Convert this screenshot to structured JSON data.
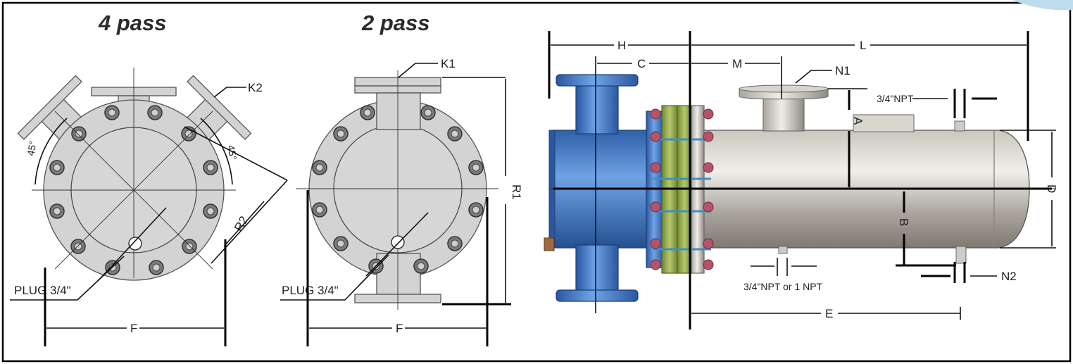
{
  "views": {
    "four_pass": {
      "title": "4 pass",
      "labels": {
        "k2": "K2",
        "angle_left": "45°",
        "angle_right": "45°",
        "r2": "R2",
        "plug": "PLUG 3/4\"",
        "f": "F"
      }
    },
    "two_pass": {
      "title": "2 pass",
      "labels": {
        "k1": "K1",
        "r1": "R1",
        "plug": "PLUG 3/4\"",
        "f": "F"
      }
    },
    "side": {
      "labels": {
        "h": "H",
        "c": "C",
        "l": "L",
        "m": "M",
        "n1": "N1",
        "npt_top": "3/4\"NPT",
        "a": "A",
        "d": "D",
        "b": "B",
        "npt_bottom": "3/4\"NPT or 1 NPT",
        "n2": "N2",
        "e": "E"
      }
    }
  },
  "colors": {
    "channel_blue": "#3f78c4",
    "shell_gray": "#a9a59d",
    "plate_gray": "#d3d3d3",
    "bolt_red": "#b5536a",
    "baffle_green": "#9bb24d"
  }
}
